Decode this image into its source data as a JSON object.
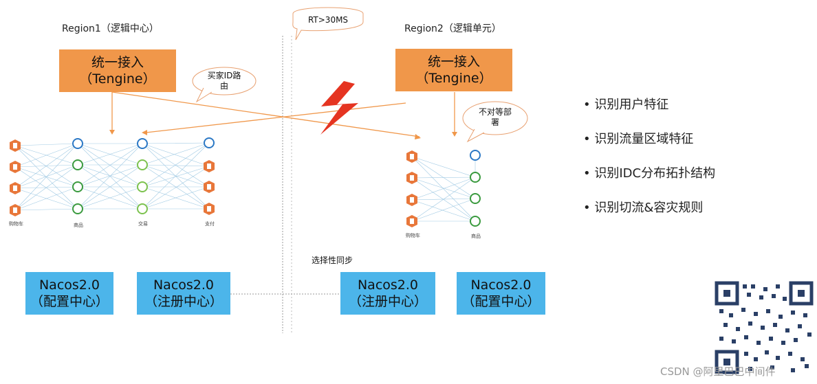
{
  "regions": {
    "region1": {
      "title": "Region1（逻辑中心）"
    },
    "region2": {
      "title": "Region2（逻辑单元）"
    }
  },
  "latency": {
    "label": "RT>30MS"
  },
  "gateway": {
    "left": {
      "line1": "统一接入",
      "line2": "（Tengine）"
    },
    "right": {
      "line1": "统一接入",
      "line2": "（Tengine）"
    }
  },
  "bubbles": {
    "buyer_route": {
      "line1": "买家ID路",
      "line2": "由"
    },
    "not_equal": {
      "line1": "不对等部",
      "line2": "署"
    }
  },
  "services": {
    "left": [
      "购物车",
      "商品",
      "交易",
      "支付"
    ],
    "right": [
      "购物车",
      "商品"
    ]
  },
  "nacos": {
    "left_config": {
      "line1": "Nacos2.0",
      "line2": "（配置中心）"
    },
    "left_registry": {
      "line1": "Nacos2.0",
      "line2": "（注册中心）"
    },
    "right_registry": {
      "line1": "Nacos2.0",
      "line2": "（注册中心）"
    },
    "right_config": {
      "line1": "Nacos2.0",
      "line2": "（配置中心）"
    }
  },
  "sync": {
    "label": "选择性同步"
  },
  "features": [
    "识别用户特征",
    "识别流量区域特征",
    "识别IDC分布拓扑结构",
    "识别切流&容灾规则"
  ],
  "watermark": {
    "text": "CSDN @阿里巴巴中间件"
  },
  "colors": {
    "orange": "#f0974a",
    "blue": "#4cb5ea",
    "lightning": "#e53421",
    "stop_blue": "#2b78c5",
    "stop_green": "#3a9a3e",
    "stop_lightgreen": "#7cc24e",
    "doc_orange": "#e8773a",
    "mesh": "#9fc9e3"
  }
}
